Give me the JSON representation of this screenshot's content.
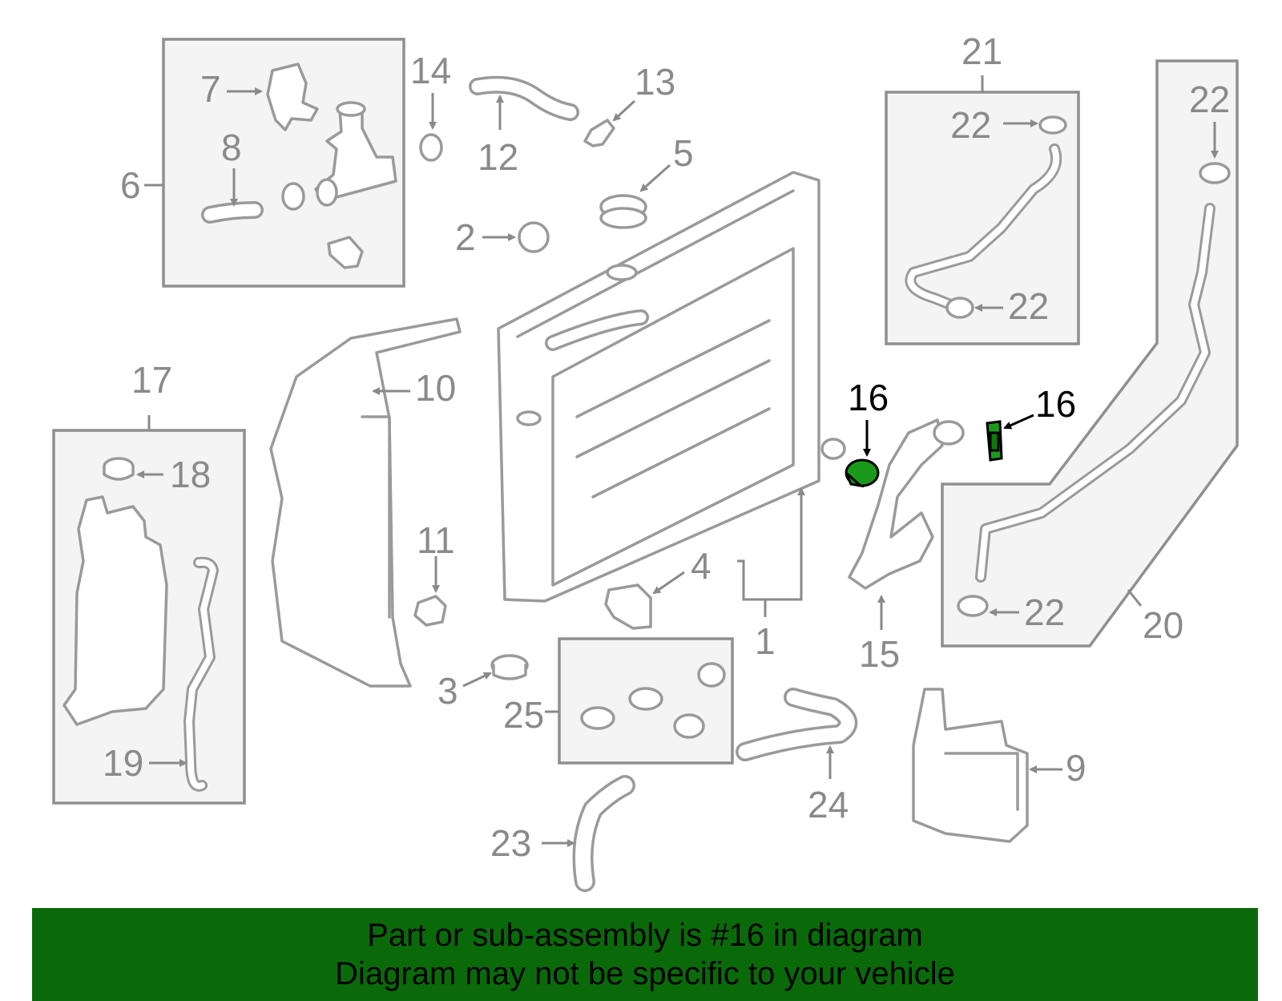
{
  "diagram": {
    "highlight_color": "#1a9a1a",
    "banner_color": "#0a6a0a",
    "labels": {
      "p1": "1",
      "p2": "2",
      "p3": "3",
      "p4": "4",
      "p5": "5",
      "p6": "6",
      "p7": "7",
      "p8": "8",
      "p9": "9",
      "p10": "10",
      "p11": "11",
      "p12": "12",
      "p13": "13",
      "p14": "14",
      "p15": "15",
      "p16a": "16",
      "p16b": "16",
      "p17": "17",
      "p18": "18",
      "p19": "19",
      "p20": "20",
      "p21": "21",
      "p22a": "22",
      "p22b": "22",
      "p22c": "22",
      "p22d": "22",
      "p23": "23",
      "p24": "24",
      "p25": "25"
    }
  },
  "banner": {
    "line1": "Part or sub-assembly is #16 in diagram",
    "line2": "Diagram may not be specific to your vehicle"
  }
}
